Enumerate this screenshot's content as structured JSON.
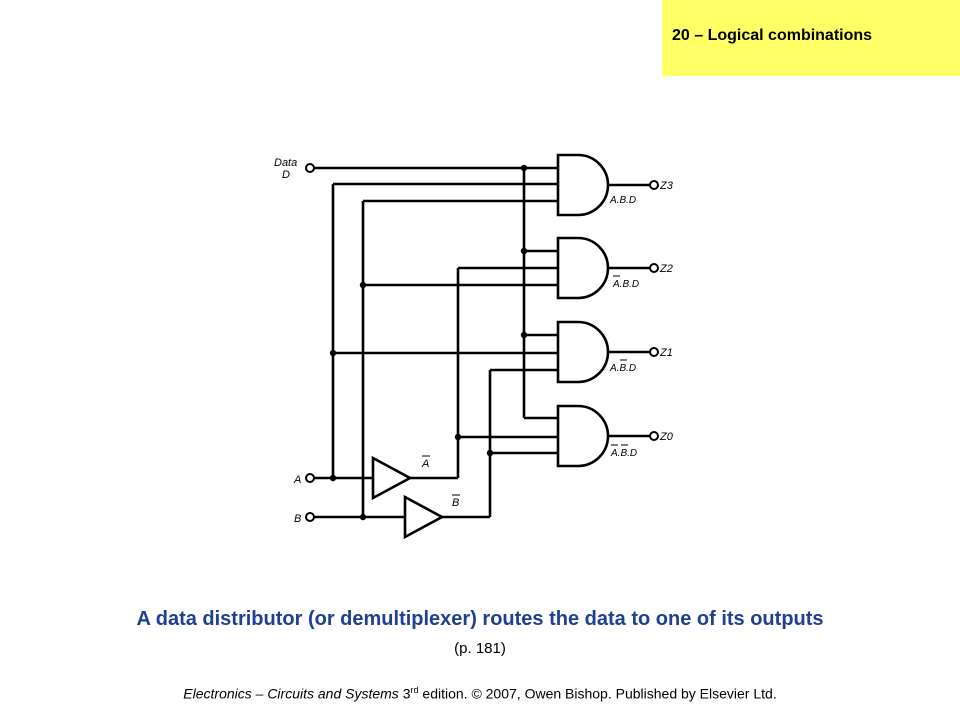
{
  "header": {
    "title": "20 – Logical combinations"
  },
  "diagram": {
    "inputs": {
      "data_label": "Data",
      "data_symbol": "D",
      "a_symbol": "A",
      "b_symbol": "B"
    },
    "inverter_outputs": {
      "a_bar": "A",
      "b_bar": "B"
    },
    "outputs": [
      {
        "name": "Z3",
        "expr": "A.B.D"
      },
      {
        "name": "Z2",
        "expr": "A.B.D"
      },
      {
        "name": "Z1",
        "expr": "A.B.D"
      },
      {
        "name": "Z0",
        "expr": "A.B.D"
      }
    ]
  },
  "caption": "A data distributor (or demultiplexer) routes the data to one of its outputs",
  "page_ref": "(p. 181)",
  "footer": {
    "book": "Electronics – Circuits and Systems",
    "edition_num": " 3",
    "edition_sup": "rd",
    "rest": " edition. © 2007, Owen Bishop. Published by Elsevier Ltd."
  }
}
